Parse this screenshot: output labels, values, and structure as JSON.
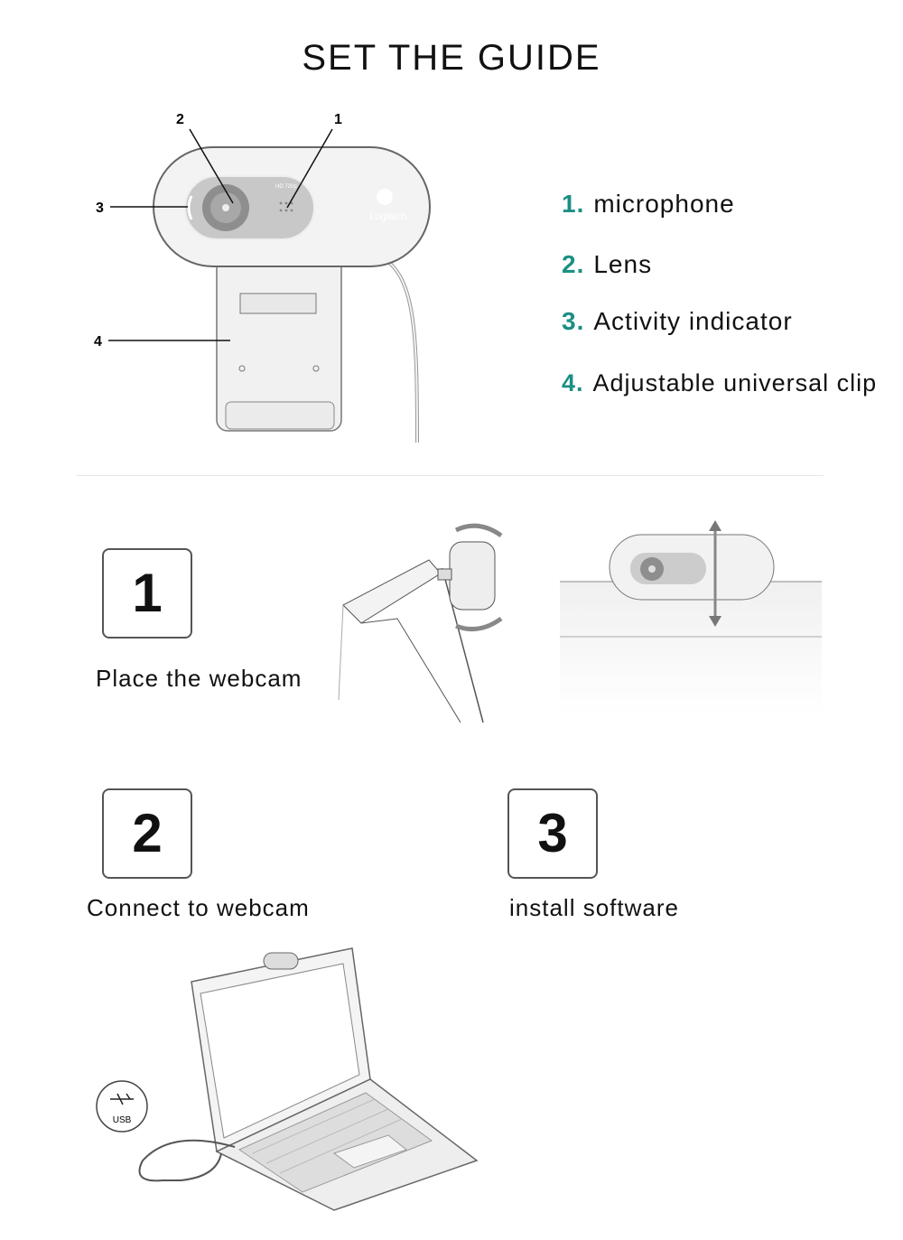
{
  "title": "SET THE GUIDE",
  "diagram": {
    "callouts": [
      "1",
      "2",
      "3",
      "4"
    ],
    "camera_badge": "HD 720p",
    "brand_logo": "Logitech",
    "usb_label": "USB"
  },
  "parts": [
    {
      "number": "1.",
      "label": "microphone"
    },
    {
      "number": "2.",
      "label": "Lens"
    },
    {
      "number": "3.",
      "label": "Activity indicator"
    },
    {
      "number": "4.",
      "label": "Adjustable universal clip"
    }
  ],
  "steps": [
    {
      "number": "1",
      "label": "Place the webcam"
    },
    {
      "number": "2",
      "label": "Connect to webcam"
    },
    {
      "number": "3",
      "label": "install software"
    }
  ],
  "colors": {
    "accent": "#1a8f84"
  }
}
